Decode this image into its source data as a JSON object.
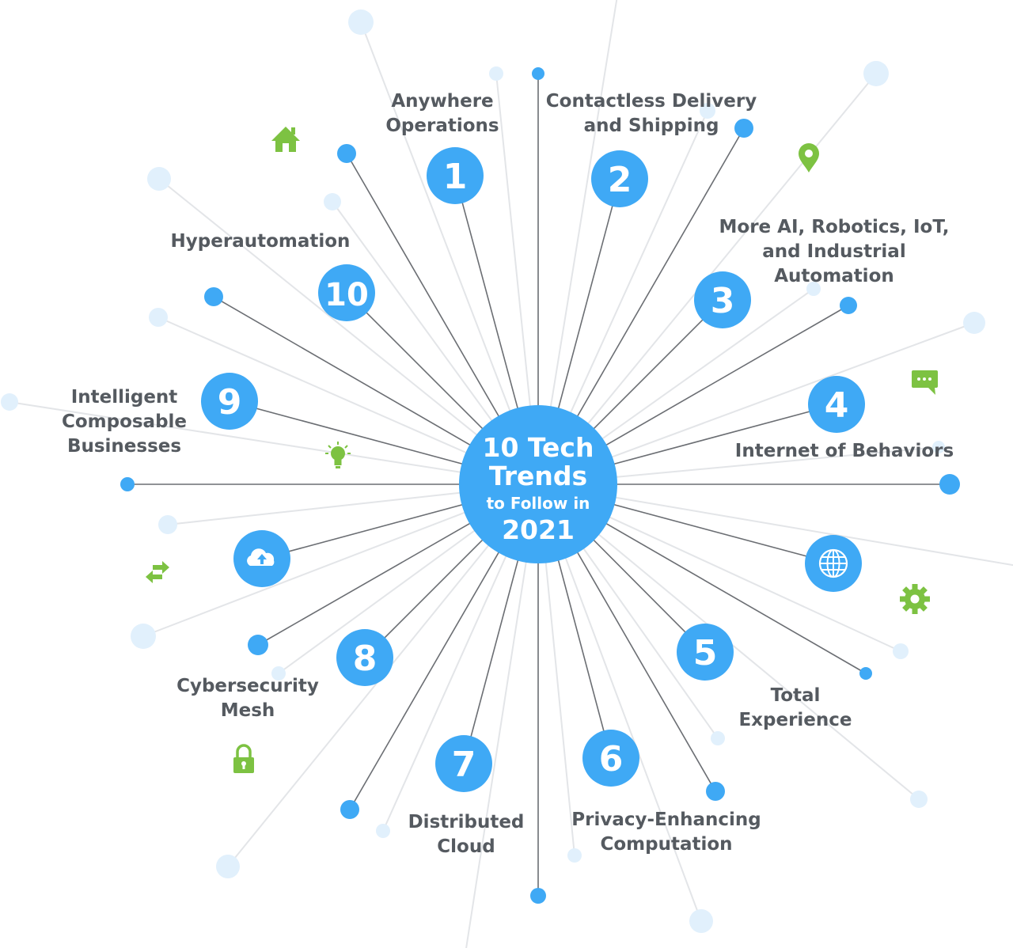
{
  "hub": {
    "line1": "10 Tech",
    "line2": "Trends",
    "line3": "to Follow in",
    "line4": "2021"
  },
  "trends": [
    {
      "number": "1",
      "lines": [
        "Anywhere",
        "Operations"
      ]
    },
    {
      "number": "2",
      "lines": [
        "Contactless Delivery",
        "and Shipping"
      ]
    },
    {
      "number": "3",
      "lines": [
        "More AI, Robotics, IoT,",
        "and Industrial",
        "Automation"
      ]
    },
    {
      "number": "4",
      "lines": [
        "Internet of Behaviors"
      ]
    },
    {
      "number": "5",
      "lines": [
        "Total",
        "Experience"
      ]
    },
    {
      "number": "6",
      "lines": [
        "Privacy-Enhancing",
        "Computation"
      ]
    },
    {
      "number": "7",
      "lines": [
        "Distributed",
        "Cloud"
      ]
    },
    {
      "number": "8",
      "lines": [
        "Cybersecurity",
        "Mesh"
      ]
    },
    {
      "number": "9",
      "lines": [
        "Intelligent",
        "Composable",
        "Businesses"
      ]
    },
    {
      "number": "10",
      "lines": [
        "Hyperautomation"
      ]
    }
  ],
  "icons": [
    "home-icon",
    "map-pin-icon",
    "chat-bubble-icon",
    "lightbulb-icon",
    "globe-icon",
    "cloud-upload-icon",
    "transfer-arrows-icon",
    "gear-icon",
    "padlock-icon"
  ],
  "colors": {
    "accent_blue": "#3fa9f5",
    "pale_blue": "#e1f0fc",
    "green": "#7dc242",
    "spoke_dark": "#6b6e73",
    "spoke_light": "#e3e5e8",
    "text": "#555a60"
  }
}
